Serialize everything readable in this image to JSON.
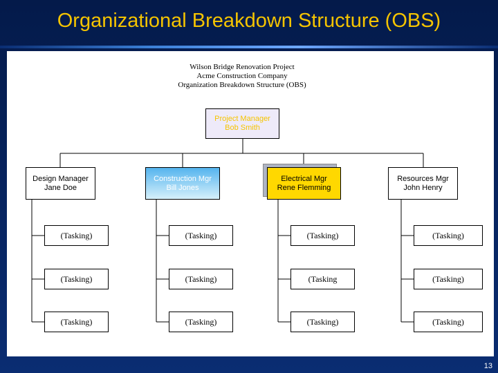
{
  "slide": {
    "title": "Organizational Breakdown Structure (OBS)",
    "page_number": "13"
  },
  "chart_header": {
    "line1": "Wilson Bridge Renovation Project",
    "line2": "Acme Construction Company",
    "line3": "Organization Breakdown Structure (OBS)"
  },
  "root": {
    "role": "Project Manager",
    "name": "Bob Smith"
  },
  "managers": [
    {
      "role": "Design Manager",
      "name": "Jane Doe"
    },
    {
      "role": "Construction Mgr",
      "name": "Bill Jones"
    },
    {
      "role": "Electrical Mgr",
      "name": "Rene Flemming"
    },
    {
      "role": "Resources Mgr",
      "name": "John Henry"
    }
  ],
  "tasks": [
    [
      "(Tasking)",
      "(Tasking)",
      "(Tasking)"
    ],
    [
      "(Tasking)",
      "(Tasking)",
      "(Tasking)"
    ],
    [
      "(Tasking)",
      "(Tasking",
      "(Tasking)"
    ],
    [
      "(Tasking)",
      "(Tasking)",
      "(Tasking)"
    ]
  ],
  "colors": {
    "title": "#f5c400",
    "background": "#0a2d72",
    "root_fill": "#eeeaf9",
    "construction_fill": "#55b4ee",
    "electrical_fill": "#ffd800"
  }
}
